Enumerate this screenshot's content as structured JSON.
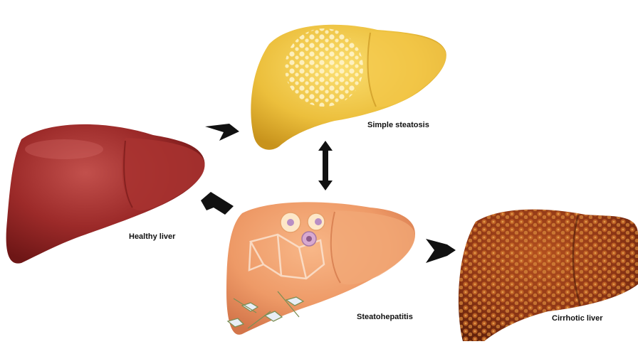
{
  "stages": {
    "healthy": {
      "label": "Healthy liver",
      "color": "#9c2a29"
    },
    "steatosis": {
      "label": "Simple steatosis",
      "color": "#e9bd3a"
    },
    "steatohepatitis": {
      "label": "Steatohepatitis",
      "color": "#ee9a67"
    },
    "cirrhotic": {
      "label": "Cirrhotic liver",
      "color": "#8c3515"
    }
  },
  "arrow_color": "#111111"
}
